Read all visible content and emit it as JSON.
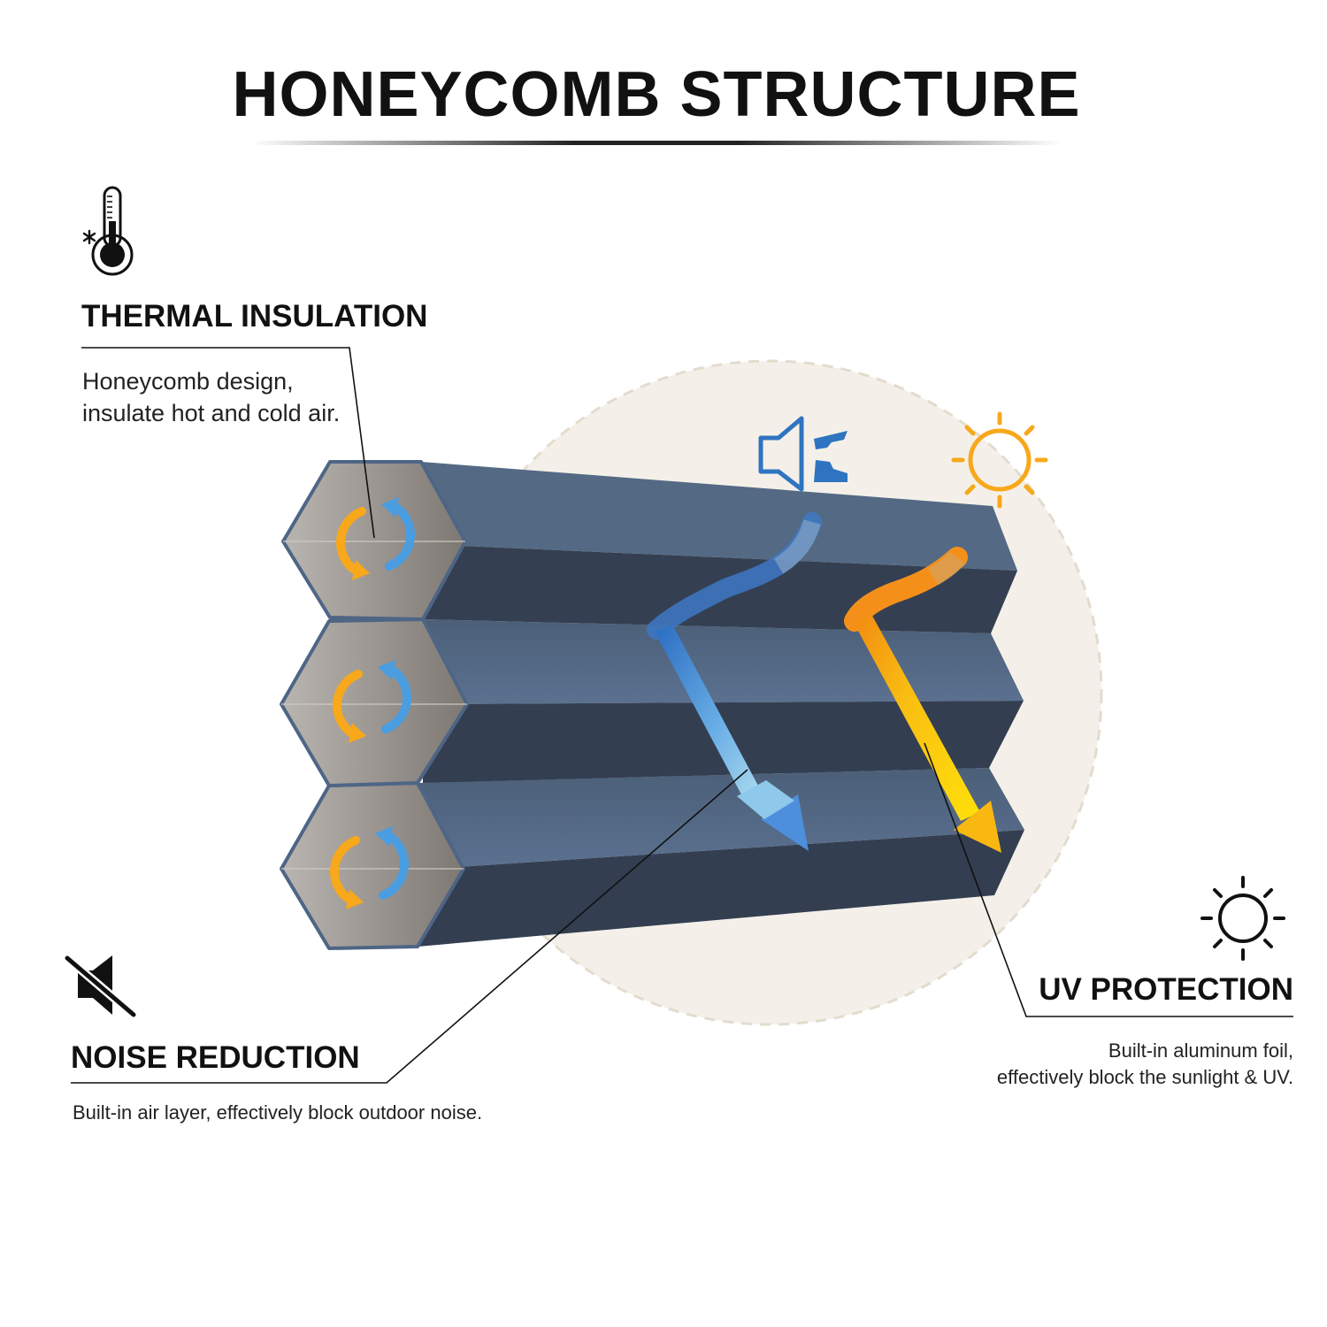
{
  "title": "HONEYCOMB STRUCTURE",
  "features": {
    "thermal": {
      "heading": "THERMAL INSULATION",
      "lines": [
        "Honeycomb design,",
        "insulate hot and cold air."
      ],
      "icon": "thermometer-icon"
    },
    "noise": {
      "heading": "NOISE REDUCTION",
      "lines": [
        "Built-in air layer, effectively block outdoor noise."
      ],
      "icon": "muted-speaker-icon"
    },
    "uv": {
      "heading": "UV PROTECTION",
      "lines": [
        "Built-in aluminum foil,",
        "effectively block the sunlight & UV."
      ],
      "icon": "sun-outline-icon"
    }
  },
  "colors": {
    "cell_top": "#546a84",
    "cell_bottom": "#343f52",
    "hex_face": "#9a938e",
    "orange": "#f7a81b",
    "blue": "#4a9de0",
    "sound_blue": "#2f74c0",
    "backdrop": "#f4f0e9"
  }
}
